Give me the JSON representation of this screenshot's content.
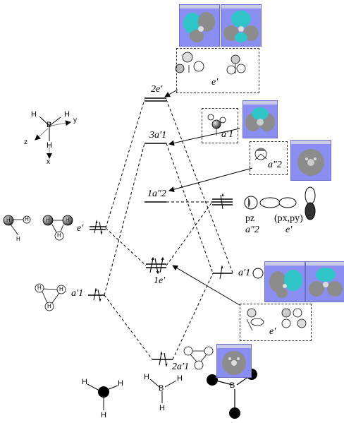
{
  "levels": {
    "l2e": "2e′",
    "l3a1": "3a′1",
    "l1a2": "1a″2",
    "l1e": "1e′",
    "l2a1": "2a′1"
  },
  "fragment_labels": {
    "bh3_e": "e′",
    "bh3_a1": "a′1",
    "boron_a1": "a′1",
    "box_e_top": "e′",
    "box_a1": "a′1",
    "box_a2": "a″2",
    "box_e_bottom": "e′"
  },
  "p_orbitals": {
    "pz": "pz",
    "pz_sym": "a″2",
    "pxpy": "(px,py)",
    "pxpy_sym": "e′"
  },
  "axes": {
    "x": "x",
    "y": "y",
    "z": "z"
  },
  "atoms": {
    "B": "B",
    "H": "H"
  },
  "colors": {
    "lobe_cyan": "#2ec4c8",
    "lobe_gray": "#8c8c8c",
    "panel_blue": "#8a8ef0"
  }
}
